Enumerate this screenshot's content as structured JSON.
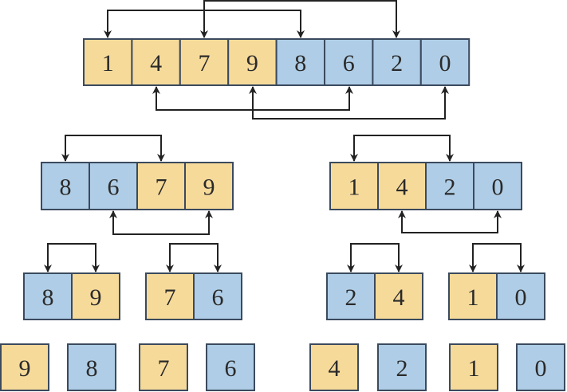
{
  "colors": {
    "yellow": "#F6DA9A",
    "blue": "#AFCDE6",
    "border": "#3B4A5E",
    "arrow": "#222222"
  },
  "rows": [
    {
      "name": "level-0",
      "groups": [
        {
          "cells": [
            {
              "v": "1",
              "c": "yellow"
            },
            {
              "v": "4",
              "c": "yellow"
            },
            {
              "v": "7",
              "c": "yellow"
            },
            {
              "v": "9",
              "c": "yellow"
            },
            {
              "v": "8",
              "c": "blue"
            },
            {
              "v": "6",
              "c": "blue"
            },
            {
              "v": "2",
              "c": "blue"
            },
            {
              "v": "0",
              "c": "blue"
            }
          ]
        }
      ]
    },
    {
      "name": "level-1",
      "groups": [
        {
          "cells": [
            {
              "v": "8",
              "c": "blue"
            },
            {
              "v": "6",
              "c": "blue"
            },
            {
              "v": "7",
              "c": "yellow"
            },
            {
              "v": "9",
              "c": "yellow"
            }
          ]
        },
        {
          "cells": [
            {
              "v": "1",
              "c": "yellow"
            },
            {
              "v": "4",
              "c": "yellow"
            },
            {
              "v": "2",
              "c": "blue"
            },
            {
              "v": "0",
              "c": "blue"
            }
          ]
        }
      ]
    },
    {
      "name": "level-2",
      "groups": [
        {
          "cells": [
            {
              "v": "8",
              "c": "blue"
            },
            {
              "v": "9",
              "c": "yellow"
            }
          ]
        },
        {
          "cells": [
            {
              "v": "7",
              "c": "yellow"
            },
            {
              "v": "6",
              "c": "blue"
            }
          ]
        },
        {
          "cells": [
            {
              "v": "2",
              "c": "blue"
            },
            {
              "v": "4",
              "c": "yellow"
            }
          ]
        },
        {
          "cells": [
            {
              "v": "1",
              "c": "yellow"
            },
            {
              "v": "0",
              "c": "blue"
            }
          ]
        }
      ]
    },
    {
      "name": "level-3",
      "groups": [
        {
          "cells": [
            {
              "v": "9",
              "c": "yellow"
            }
          ]
        },
        {
          "cells": [
            {
              "v": "8",
              "c": "blue"
            }
          ]
        },
        {
          "cells": [
            {
              "v": "7",
              "c": "yellow"
            }
          ]
        },
        {
          "cells": [
            {
              "v": "6",
              "c": "blue"
            }
          ]
        },
        {
          "cells": [
            {
              "v": "4",
              "c": "yellow"
            }
          ]
        },
        {
          "cells": [
            {
              "v": "2",
              "c": "blue"
            }
          ]
        },
        {
          "cells": [
            {
              "v": "1",
              "c": "yellow"
            }
          ]
        },
        {
          "cells": [
            {
              "v": "0",
              "c": "blue"
            }
          ]
        }
      ]
    }
  ]
}
